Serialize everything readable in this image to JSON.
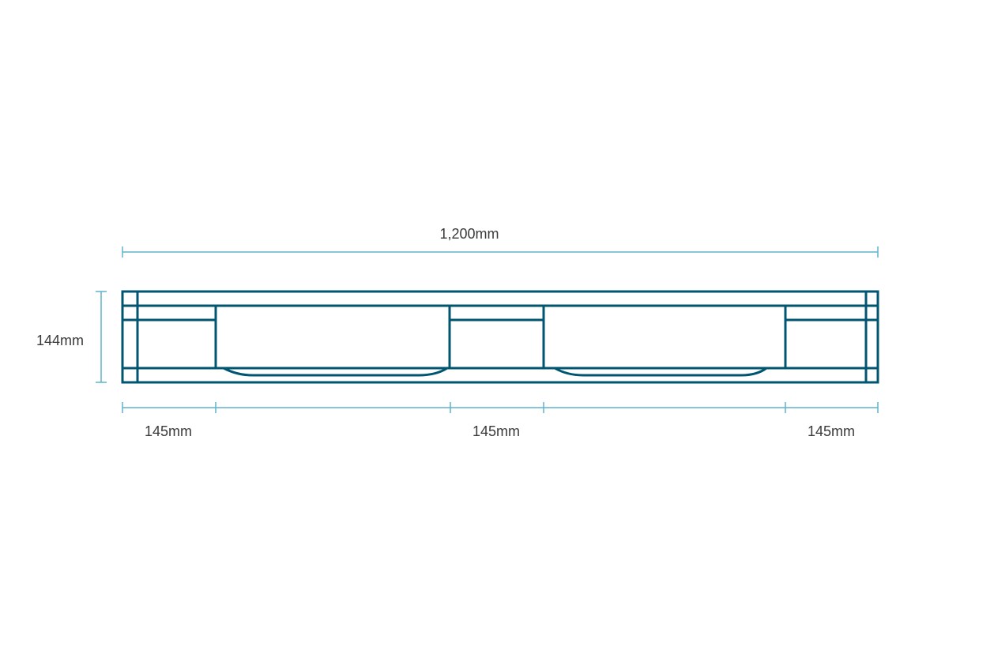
{
  "dimensions": {
    "length": "1,200mm",
    "height": "144mm",
    "block_widths": [
      "145mm",
      "145mm",
      "145mm"
    ]
  },
  "colors": {
    "pallet": "#005671",
    "dimension_lines": "#5fb3cc"
  }
}
